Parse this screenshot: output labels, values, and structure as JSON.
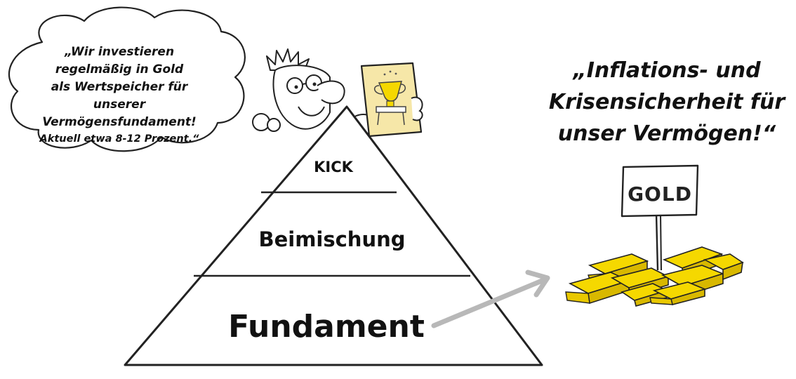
{
  "thought_bubble": {
    "lines": [
      "„Wir investieren",
      "regelmäßig in Gold",
      "als Wertspeicher für unserer",
      "Vermögensfundament!",
      "Aktuell etwa 8-12 Prozent.“"
    ]
  },
  "pyramid": {
    "tiers": [
      {
        "label": "KICK"
      },
      {
        "label": "Beimischung"
      },
      {
        "label": "Fundament"
      }
    ]
  },
  "quote": {
    "lines": [
      "„Inflations- und",
      "Krisensicherheit für",
      "unser Vermögen!“"
    ]
  },
  "gold_sign": {
    "label": "GOLD"
  },
  "colors": {
    "gold": "#f5d800",
    "gold_shade": "#d8b800",
    "arrow": "#b8b8b8",
    "stroke": "#222222",
    "card": "#f6e7a8"
  },
  "icons": {
    "character": "cartoon-man-icon",
    "trophy_card": "trophy-card-icon",
    "gold_bars": "gold-bars-icon",
    "arrow": "arrow-icon"
  }
}
